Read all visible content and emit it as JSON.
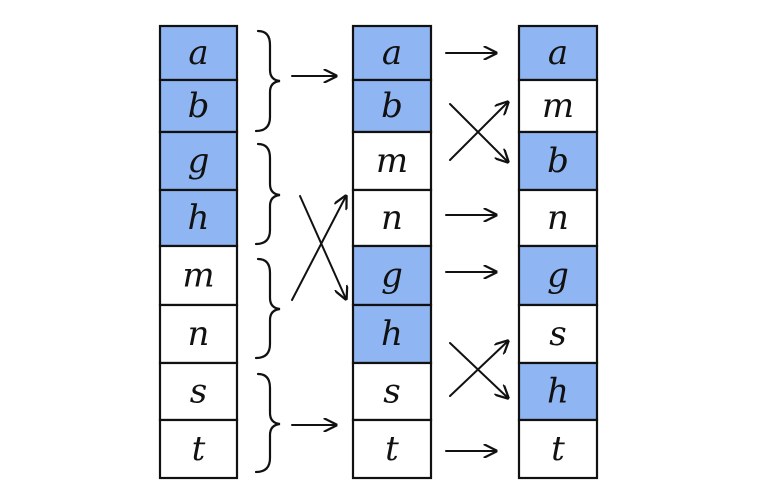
{
  "colors": {
    "highlight": "#8fb5f2",
    "stroke": "#111111",
    "background": "#ffffff"
  },
  "columns": [
    {
      "id": "left",
      "cells": [
        {
          "letter": "a",
          "highlighted": true
        },
        {
          "letter": "b",
          "highlighted": true
        },
        {
          "letter": "g",
          "highlighted": true
        },
        {
          "letter": "h",
          "highlighted": true
        },
        {
          "letter": "m",
          "highlighted": false
        },
        {
          "letter": "n",
          "highlighted": false
        },
        {
          "letter": "s",
          "highlighted": false
        },
        {
          "letter": "t",
          "highlighted": false
        }
      ]
    },
    {
      "id": "middle",
      "cells": [
        {
          "letter": "a",
          "highlighted": true
        },
        {
          "letter": "b",
          "highlighted": true
        },
        {
          "letter": "m",
          "highlighted": false
        },
        {
          "letter": "n",
          "highlighted": false
        },
        {
          "letter": "g",
          "highlighted": true
        },
        {
          "letter": "h",
          "highlighted": true
        },
        {
          "letter": "s",
          "highlighted": false
        },
        {
          "letter": "t",
          "highlighted": false
        }
      ]
    },
    {
      "id": "right",
      "cells": [
        {
          "letter": "a",
          "highlighted": true
        },
        {
          "letter": "m",
          "highlighted": false
        },
        {
          "letter": "b",
          "highlighted": true
        },
        {
          "letter": "n",
          "highlighted": false
        },
        {
          "letter": "g",
          "highlighted": true
        },
        {
          "letter": "s",
          "highlighted": false
        },
        {
          "letter": "h",
          "highlighted": true
        },
        {
          "letter": "t",
          "highlighted": false
        }
      ]
    }
  ],
  "connections": [
    {
      "from": "left",
      "groups": [
        [
          0,
          1
        ],
        [
          2,
          3
        ],
        [
          4,
          5
        ],
        [
          6,
          7
        ]
      ],
      "mapping": "straight-swap-swap-straight"
    },
    {
      "from": "middle",
      "mapping": "straight-swap-straight-straight-swap-straight"
    }
  ]
}
